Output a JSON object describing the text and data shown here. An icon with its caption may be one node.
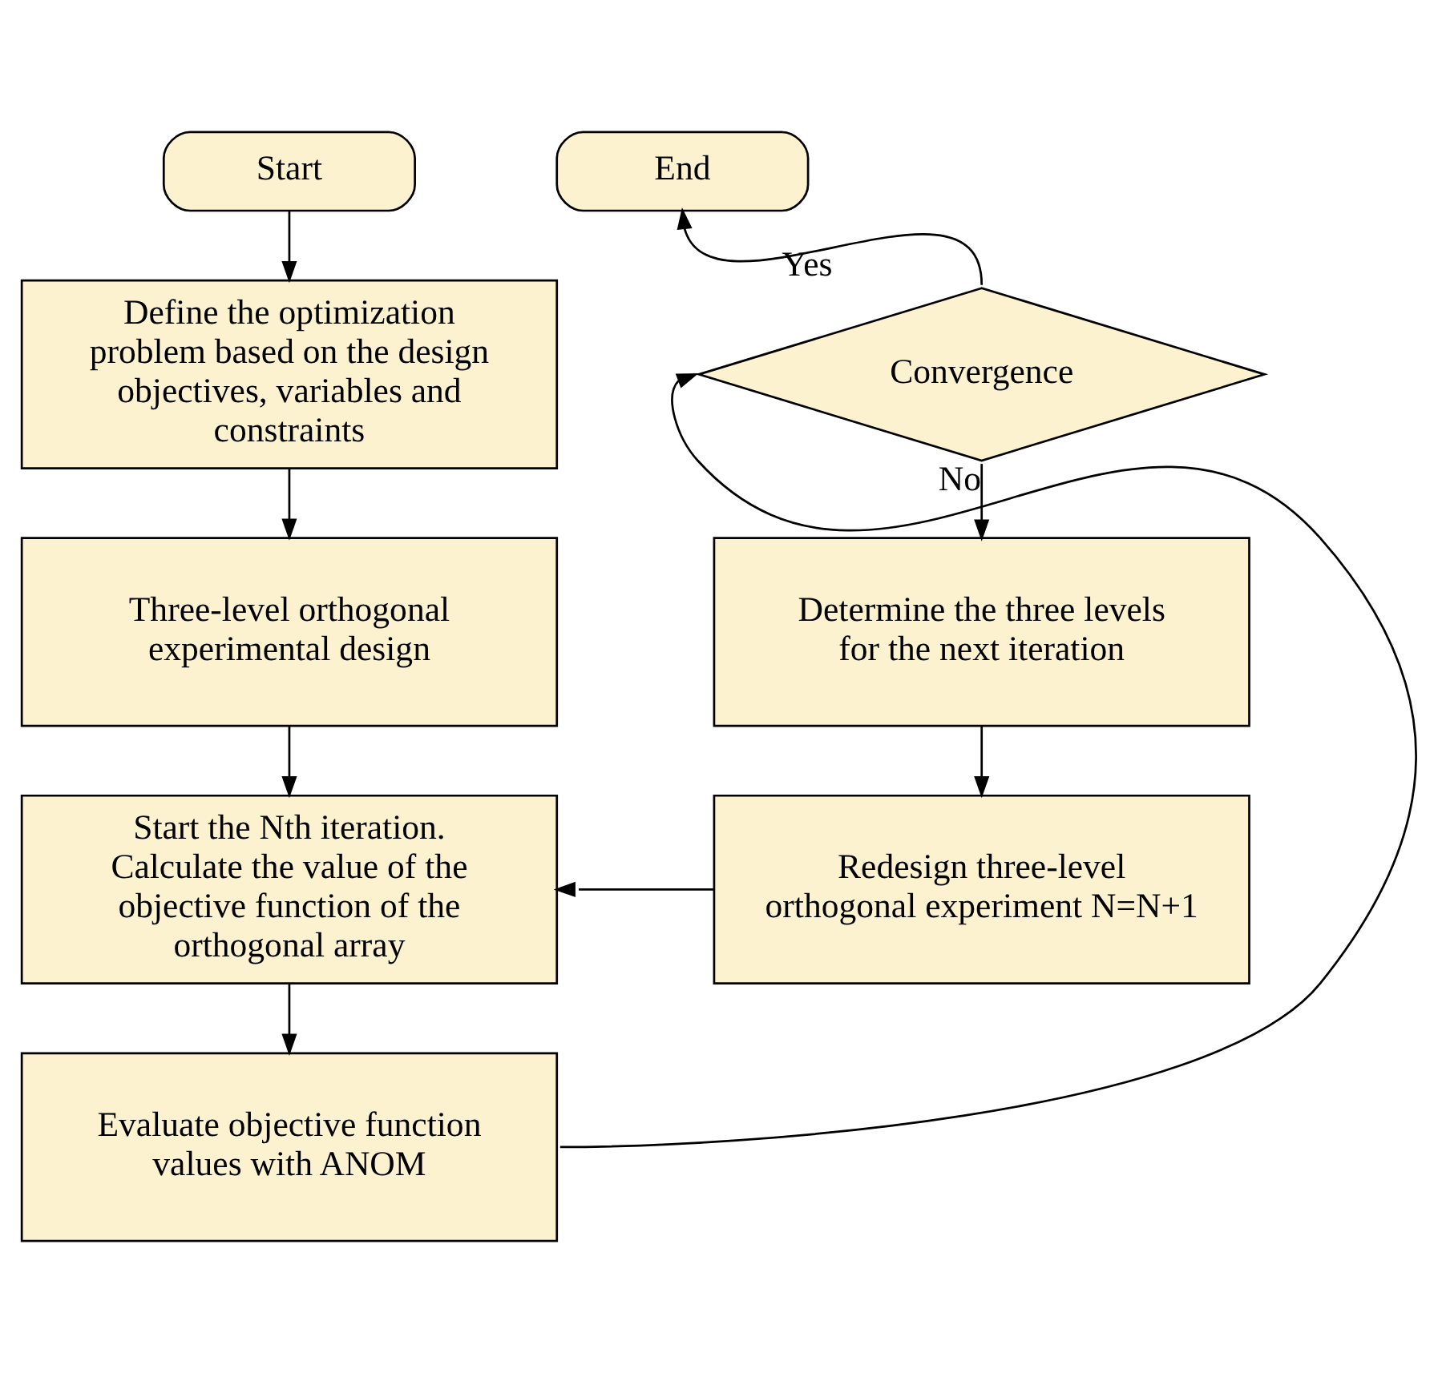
{
  "diagram": {
    "nodes": [
      {
        "text": [
          "Start"
        ]
      },
      {
        "text": [
          "Define the optimization problem based on the design objectives, variables and constraints"
        ]
      },
      {
        "text": [
          "Three-level orthogonal experimental design"
        ]
      },
      {
        "text": [
          "Start the Nth iteration. Calculate the value of the objective function of the orthogonal array"
        ]
      },
      {
        "text": [
          "Evaluate objective function values with ANOM"
        ]
      },
      {
        "text": [
          "Convergence"
        ]
      },
      {
        "text": [
          "End"
        ]
      },
      {
        "text": [
          "Determine the three levels for the next iteration"
        ]
      },
      {
        "text": [
          "Redesign three-level orthogonal experiment N=N+1"
        ]
      }
    ],
    "edges": [
      {
        "from": 0,
        "to": 1,
        "arrow": "to"
      },
      {
        "from": 1,
        "to": 2,
        "arrow": "to"
      },
      {
        "from": 2,
        "to": 3,
        "arrow": "to"
      },
      {
        "from": 3,
        "to": 4,
        "arrow": "to"
      },
      {
        "from": 4,
        "to": 5,
        "arrow": "to"
      },
      {
        "from": 5,
        "to": 6,
        "label": "Yes",
        "arrow": "to"
      },
      {
        "from": 5,
        "to": 7,
        "label": "No",
        "arrow": "to"
      },
      {
        "from": 7,
        "to": 8,
        "arrow": "to"
      },
      {
        "from": 8,
        "to": 3,
        "arrow": "to"
      }
    ]
  }
}
